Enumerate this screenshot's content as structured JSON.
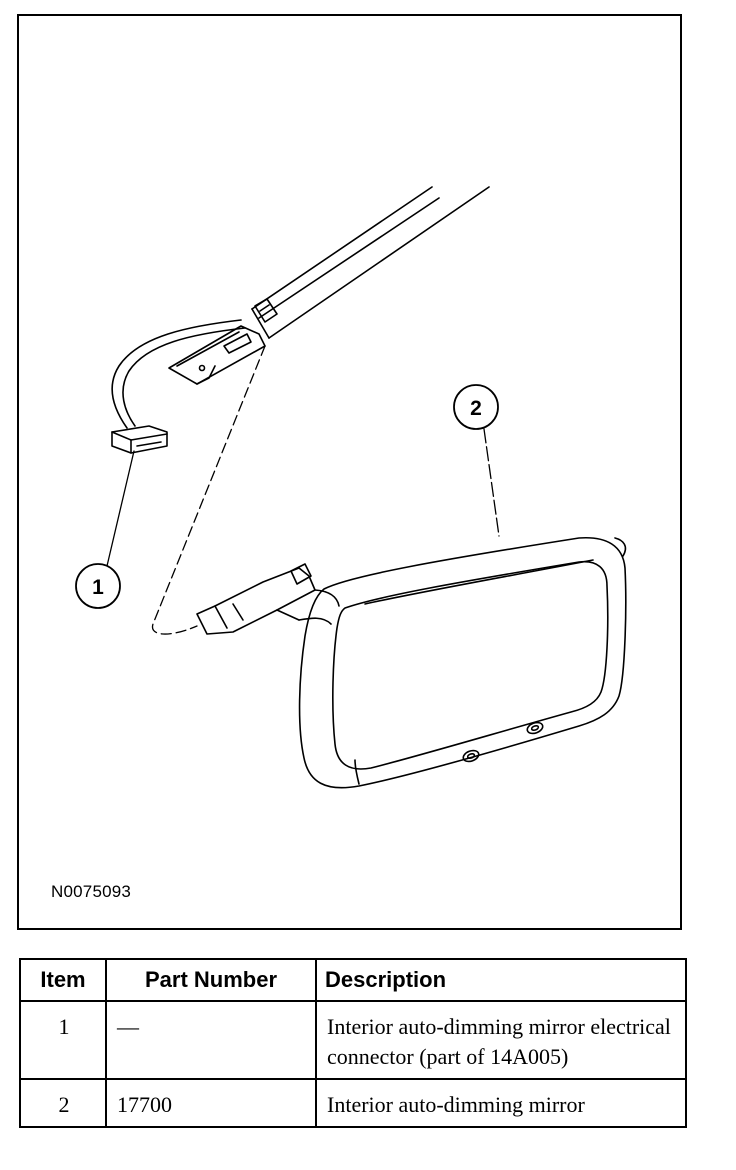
{
  "figure": {
    "id": "N0075093",
    "callouts": [
      {
        "number": "1"
      },
      {
        "number": "2"
      }
    ]
  },
  "table": {
    "headers": {
      "item": "Item",
      "part_number": "Part Number",
      "description": "Description"
    },
    "rows": [
      {
        "item": "1",
        "part_number": "—",
        "description": "Interior auto-dimming mirror electrical connector (part of 14A005)"
      },
      {
        "item": "2",
        "part_number": "17700",
        "description": "Interior auto-dimming mirror"
      }
    ]
  }
}
